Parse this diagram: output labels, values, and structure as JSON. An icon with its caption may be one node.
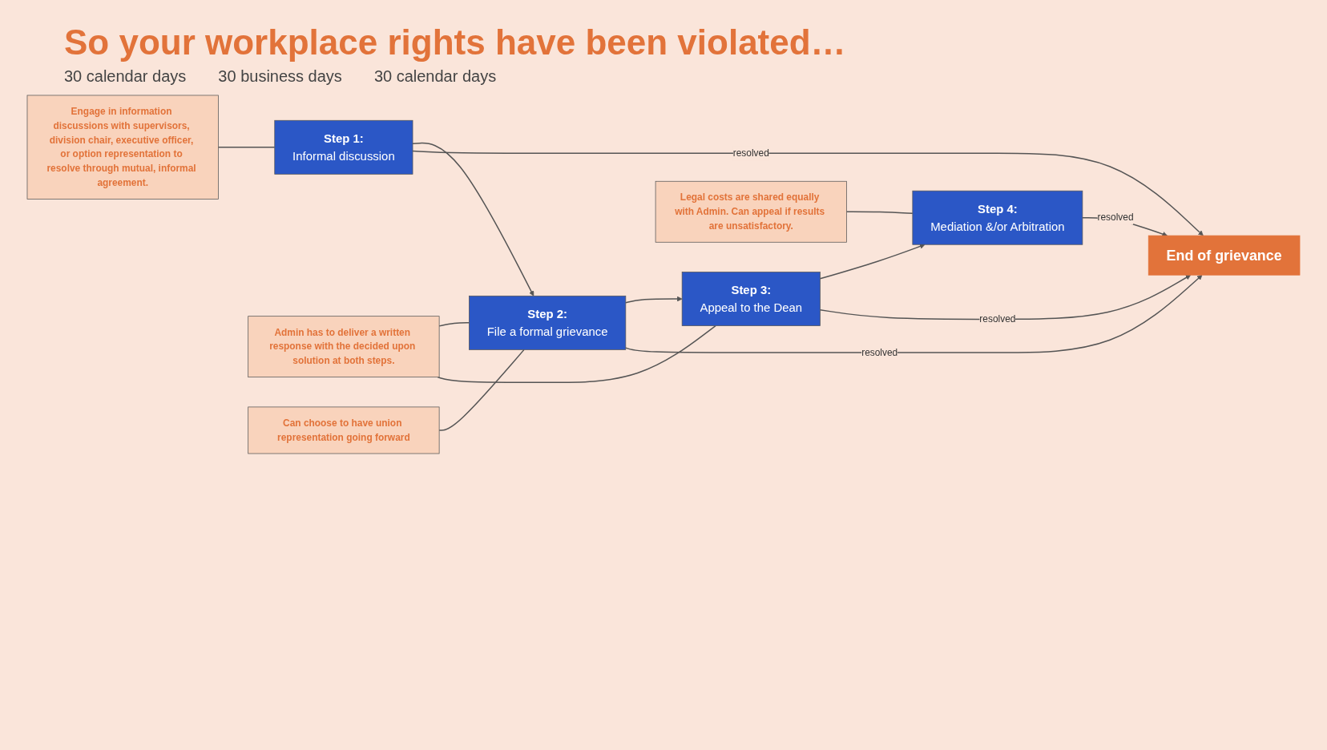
{
  "diagram": {
    "title": "So your workplace rights have been violated…",
    "nodes": [
      {
        "text": [
          "Step 1:",
          "Informal discussion"
        ]
      },
      {
        "text": [
          "Step 2:",
          "File a formal grievance"
        ]
      },
      {
        "text": [
          "Step 3:",
          "Appeal to the Dean"
        ]
      },
      {
        "text": [
          "Step 4:",
          "Mediation &/or Arbitration"
        ]
      },
      {
        "text": [
          "End of grievance"
        ]
      },
      {
        "text": [
          "Engage in information discussions with supervisors, division chair, executive officer, or option representation to resolve through mutual, informal agreement."
        ]
      },
      {
        "text": [
          "Admin has to deliver a written response with the decided upon solution at both steps."
        ]
      },
      {
        "text": [
          "Legal costs are shared equally with Admin. Can appeal if results are unsatisfactory."
        ]
      },
      {
        "text": [
          "Can choose to have union representation going forward"
        ]
      }
    ],
    "edges": [
      {
        "from": 5,
        "to": 0,
        "arrow": "none"
      },
      {
        "from": 6,
        "to": 1,
        "arrow": "none"
      },
      {
        "from": 6,
        "to": 2,
        "arrow": "none"
      },
      {
        "from": 7,
        "to": 3,
        "arrow": "none"
      },
      {
        "from": 8,
        "to": 1,
        "arrow": "none"
      },
      {
        "from": 0,
        "to": 1,
        "arrow": "to"
      },
      {
        "from": 1,
        "to": 2,
        "arrow": "to"
      },
      {
        "from": 2,
        "to": 3,
        "arrow": "to"
      },
      {
        "from": 0,
        "to": 4,
        "arrow": "to",
        "label": "resolved"
      },
      {
        "from": 1,
        "to": 4,
        "arrow": "to",
        "label": "resolved"
      },
      {
        "from": 2,
        "to": 4,
        "arrow": "to",
        "label": "resolved"
      },
      {
        "from": 3,
        "to": 4,
        "arrow": "to",
        "label": "resolved"
      }
    ],
    "labels": [
      "30 calendar days",
      "30 business days",
      "30 calendar days"
    ]
  }
}
